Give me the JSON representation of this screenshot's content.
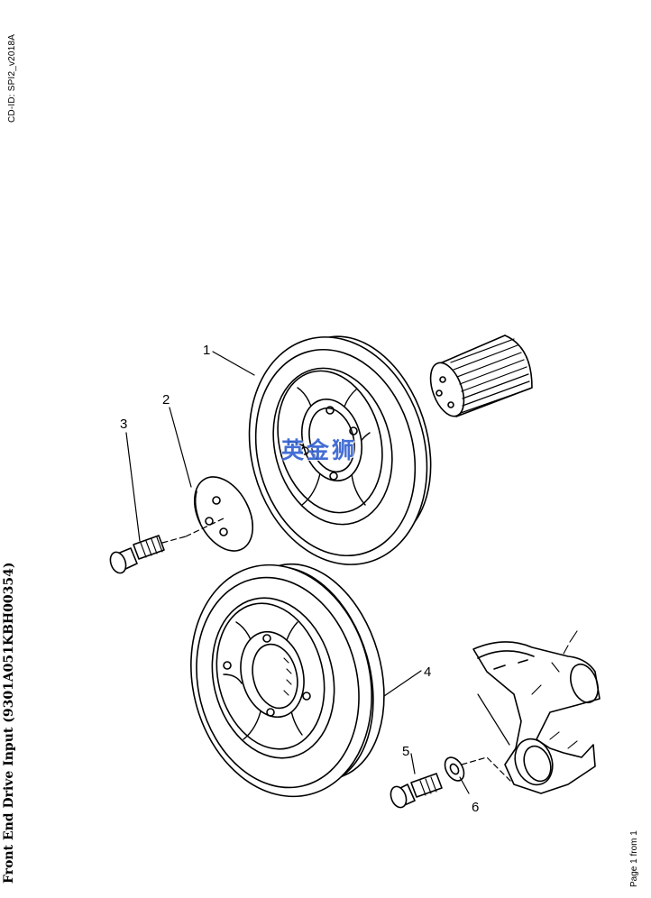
{
  "header": {
    "cd_id": "CD-ID: SPI2_v2018A"
  },
  "title": "Front End Drive Input (9301A051KBH00354)",
  "footer": {
    "pagination": "Page 1 from 1"
  },
  "watermark": "英金狮",
  "callouts": {
    "c1": "1",
    "c2": "2",
    "c3": "3",
    "c4": "4",
    "c5": "5",
    "c6": "6"
  }
}
